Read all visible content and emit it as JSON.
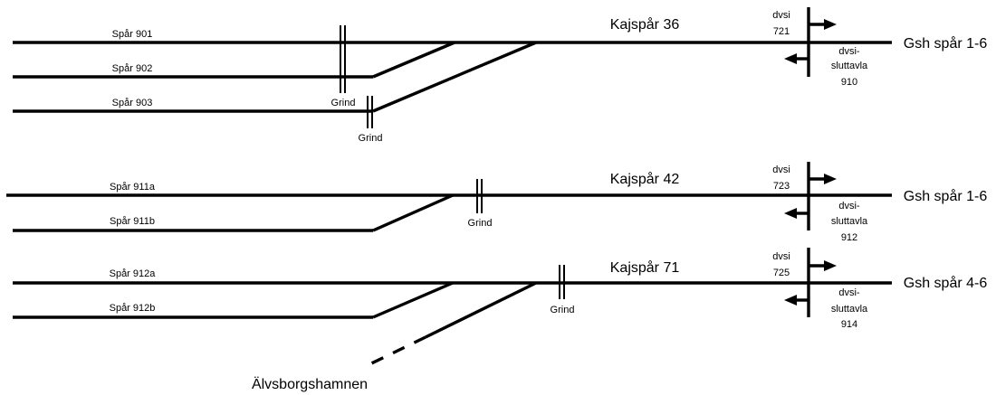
{
  "sections": [
    {
      "kajspar": "Kajspår 36",
      "tracks": [
        "Spår 901",
        "Spår 902",
        "Spår 903"
      ],
      "grind_labels": [
        "Grind",
        "Grind"
      ],
      "signal_top": [
        "dvsi",
        "721"
      ],
      "signal_bottom": [
        "dvsi-",
        "sluttavla",
        "910"
      ],
      "destination": "Gsh spår 1-6"
    },
    {
      "kajspar": "Kajspår 42",
      "tracks": [
        "Spår 911a",
        "Spår 911b"
      ],
      "grind_labels": [
        "Grind"
      ],
      "signal_top": [
        "dvsi",
        "723"
      ],
      "signal_bottom": [
        "dvsi-",
        "sluttavla",
        "912"
      ],
      "destination": "Gsh spår 1-6"
    },
    {
      "kajspar": "Kajspår 71",
      "tracks": [
        "Spår 912a",
        "Spår 912b"
      ],
      "grind_labels": [
        "Grind"
      ],
      "signal_top": [
        "dvsi",
        "725"
      ],
      "signal_bottom": [
        "dvsi-",
        "sluttavla",
        "914"
      ],
      "destination": "Gsh spår 4-6"
    }
  ],
  "harbor_label": "Älvsborgshamnen"
}
